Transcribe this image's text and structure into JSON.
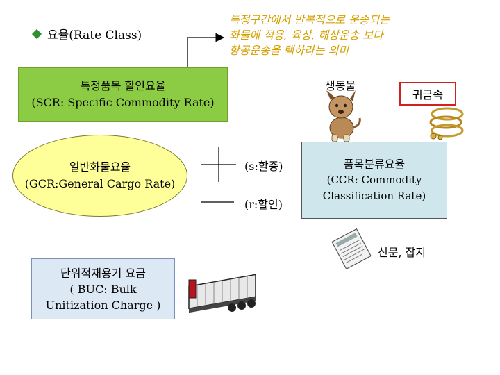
{
  "title": "요율(Rate Class)",
  "note": [
    "특정구간에서 반복적으로 운송되는",
    "화물에 적용, 육상, 해상운송 보다",
    "항공운송을 택하라는 의미"
  ],
  "scr": [
    "특정품목 할인요율",
    "(SCR: Specific Commodity Rate)"
  ],
  "gcr": [
    "일반화물요율",
    "(GCR:General Cargo Rate)"
  ],
  "surcharge": "(s:할증)",
  "discount": "(r:할인)",
  "live_animals": "생동물",
  "valuables": "귀금속",
  "ccr": [
    "품목분류요율",
    "(CCR: Commodity",
    "Classification Rate)"
  ],
  "newspapers": "신문, 잡지",
  "buc": [
    "단위적재용기 요금",
    "( BUC: Bulk",
    "Unitization Charge )"
  ],
  "colors": {
    "scr_fill": "#8ccc44",
    "gcr_fill": "#ffff99",
    "note_text": "#d4a000",
    "valuables_border": "#d02020",
    "ccr_fill": "#cfe6ec",
    "buc_fill": "#dde8f5"
  },
  "icons": [
    "dog-icon",
    "jewelry-icon",
    "newspaper-icon",
    "container-truck-icon"
  ]
}
